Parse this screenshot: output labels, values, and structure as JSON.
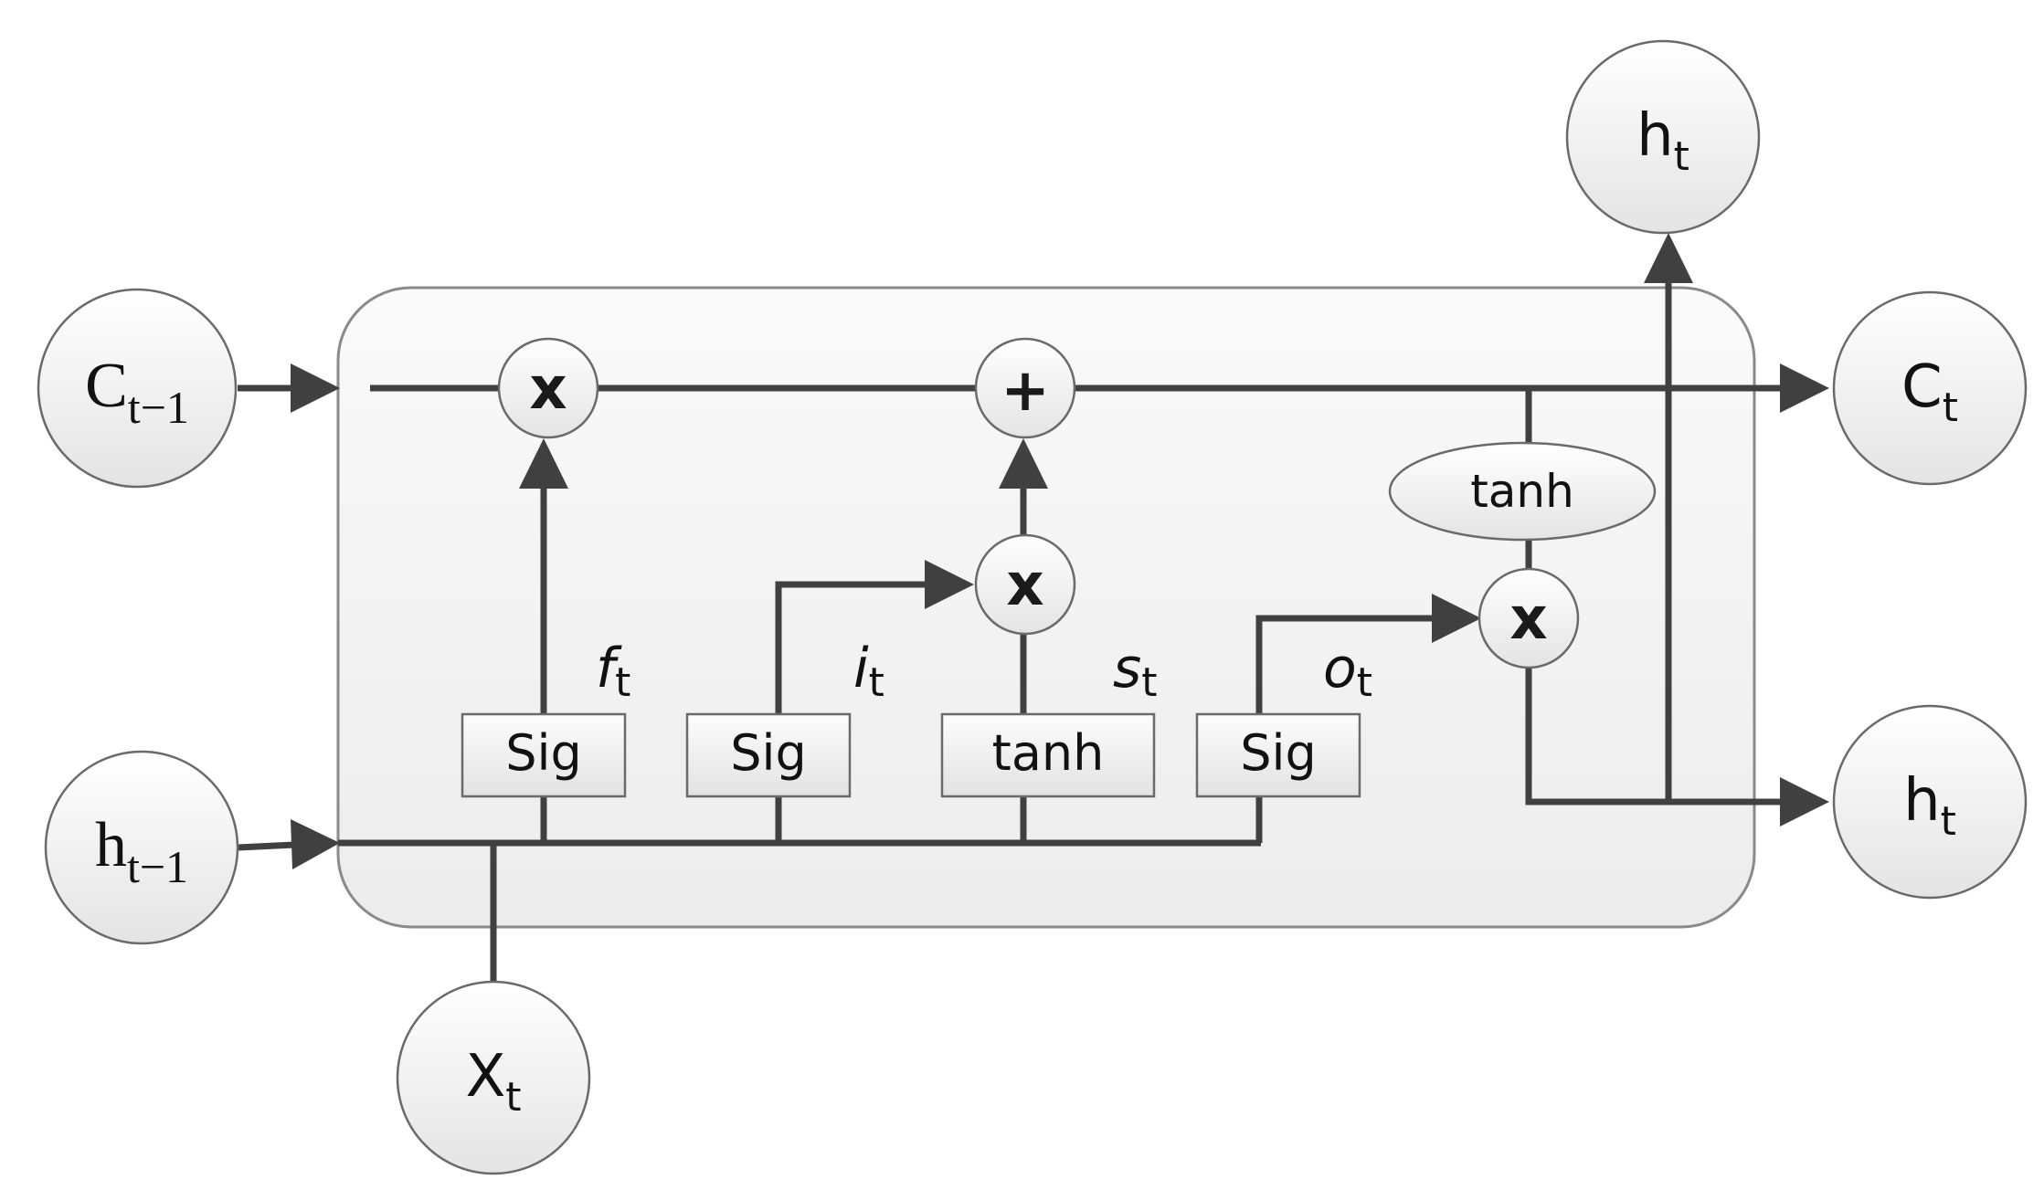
{
  "inputs": {
    "c_prev": {
      "main": "C",
      "sub": "t−1"
    },
    "h_prev": {
      "main": "h",
      "sub": "t−1"
    },
    "x_t": {
      "main": "X",
      "sub": "t"
    }
  },
  "outputs": {
    "h_top": {
      "main": "h",
      "sub": "t"
    },
    "c_t": {
      "main": "C",
      "sub": "t"
    },
    "h_right": {
      "main": "h",
      "sub": "t"
    }
  },
  "gates": {
    "forget": {
      "box": "Sig",
      "label": "f",
      "sub": "t"
    },
    "input": {
      "box": "Sig",
      "label": "i",
      "sub": "t"
    },
    "candidate": {
      "box": "tanh",
      "label": "s",
      "sub": "t"
    },
    "output": {
      "box": "Sig",
      "label": "o",
      "sub": "t"
    }
  },
  "ops": {
    "forget_multiply": "x",
    "add": "+",
    "input_multiply": "x",
    "output_multiply": "x",
    "cell_tanh": "tanh"
  }
}
